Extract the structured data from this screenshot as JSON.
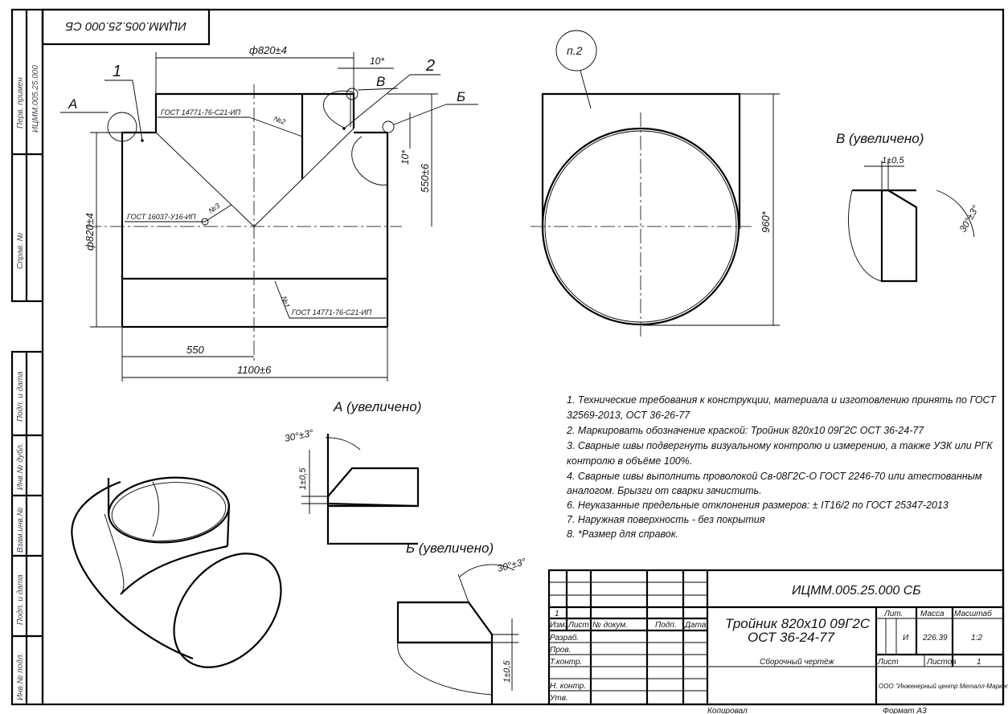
{
  "stamp": {
    "mirrored_code": "ИЦММ.005.25.000 СБ"
  },
  "left_strip": {
    "perv_primen": "Перв. примен",
    "perv_primen_value": "ИЦММ.005.25.000",
    "sprav": "Справ. №",
    "podp_data_1": "Подп. и дата",
    "inv_dubl": "Инв.№ дубл.",
    "vzam_inv": "Взам.инв.№",
    "podp_data_2": "Подп. и дата",
    "inv_podl": "Инв.№ подл."
  },
  "main_view": {
    "dim_top": "ф820±4",
    "dim_gap_top": "10*",
    "dim_gap_side": "10*",
    "dim_height": "550±6",
    "dim_diameter": "ф820±4",
    "dim_half_length": "550",
    "dim_length": "1100±6",
    "pos_1": "1",
    "pos_2": "2",
    "view_a": "А",
    "view_v": "В",
    "view_b": "Б",
    "weld_2_std": "ГОСТ 14771-76-С21-ИП",
    "weld_2_no": "№2",
    "weld_3_std": "ГОСТ 16037-У16-ИП",
    "weld_3_no": "№3",
    "weld_1_std": "ГОСТ 14771-76-С21-ИП",
    "weld_1_no": "№1"
  },
  "side_view": {
    "note_ref": "п.2",
    "dim_height": "960*"
  },
  "detail_v": {
    "title": "В (увеличено)",
    "gap": "1±0,5",
    "angle": "30°±3°"
  },
  "detail_a": {
    "title": "А (увеличено)",
    "gap": "1±0,5",
    "angle": "30°±3°"
  },
  "detail_b": {
    "title": "Б (увеличено)",
    "gap": "1±0,5",
    "angle": "30°±3°"
  },
  "notes": [
    "1. Технические требования к конструкции, материала и изготовлению принять по ГОСТ",
    "32569-2013, ОСТ 36-26-77",
    "2. Маркировать обозначение краской: Тройник 820х10 09Г2С ОСТ 36-24-77",
    "3. Сварные швы подвергнуть визуальному контролю и измерению, а также УЗК или РГК",
    "контролю в объёме 100%.",
    "4. Сварные швы выполнить проволокой Св-08Г2С-О ГОСТ 2246-70 или атестованным",
    "аналогом. Брызги от сварки зачистить.",
    "6. Неуказанные предельные отклонения размеров: ± IT16/2 по ГОСТ 25347-2013",
    "7. Наружная поверхность - без покрытия",
    "8. *Размер для справок."
  ],
  "title_block": {
    "designation": "ИЦММ.005.25.000 СБ",
    "name_line1": "Тройник 820х10 09Г2С",
    "name_line2": "ОСТ 36-24-77",
    "doc_type": "Сборочный чертёж",
    "rev_number": "1",
    "hdr_izm": "Изм.",
    "hdr_list": "Лист",
    "hdr_dokum": "№ докум.",
    "hdr_podp": "Подп.",
    "hdr_data": "Дата",
    "razrab": "Разраб.",
    "prov": "Пров.",
    "tkontr": "Т.контр.",
    "nkontr": "Н. контр.",
    "utv": "Утв.",
    "lit_label": "Лит.",
    "mass_label": "Масса",
    "scale_label": "Масштаб",
    "lit_value": "И",
    "mass_value": "226.39",
    "scale_value": "1:2",
    "sheet_label": "Лист",
    "sheets_label": "Листов",
    "sheets_value": "1",
    "organization": "ООО \"Инженерный центр Металл-Маркет\"",
    "copied": "Копировал",
    "format": "Формат   А3"
  }
}
